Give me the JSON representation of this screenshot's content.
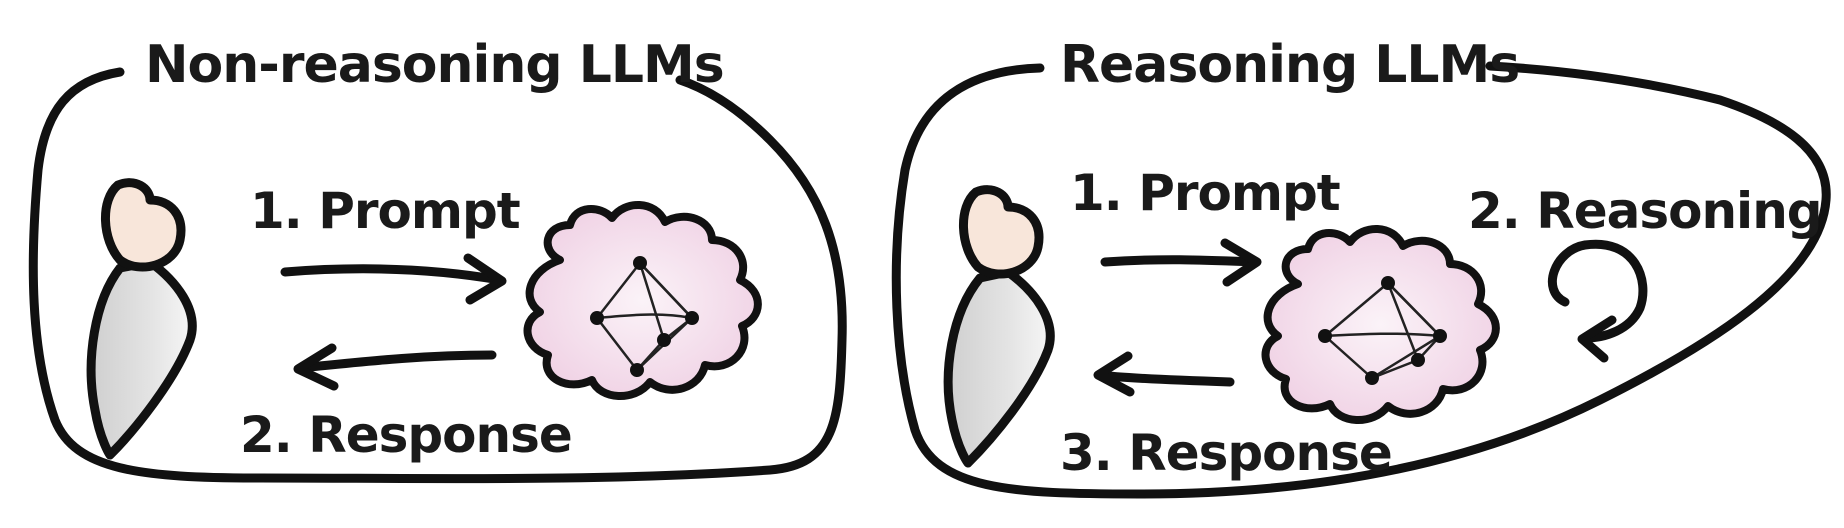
{
  "panels": [
    {
      "id": "non-reasoning",
      "title": "Non-reasoning LLMs",
      "steps": {
        "prompt": "1. Prompt",
        "response": "2. Response"
      }
    },
    {
      "id": "reasoning",
      "title": "Reasoning LLMs",
      "steps": {
        "prompt": "1. Prompt",
        "reasoning": "2. Reasoning",
        "response": "3. Response"
      }
    }
  ],
  "colors": {
    "ink": "#111111",
    "head_fill": "#f8e6da",
    "body_fill": "#dddddd",
    "cloud_fill": "#f0d4e6"
  }
}
